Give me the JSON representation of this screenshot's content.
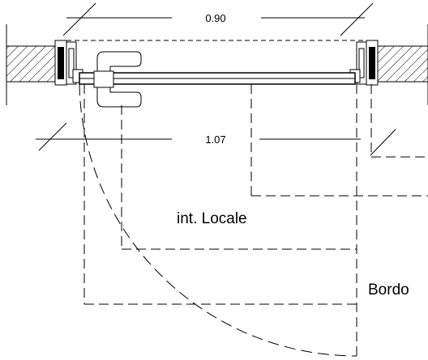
{
  "dimensions": {
    "top": "0.90",
    "middle": "1.07"
  },
  "labels": {
    "interior": "int. Locale",
    "edge": "Bordo"
  }
}
